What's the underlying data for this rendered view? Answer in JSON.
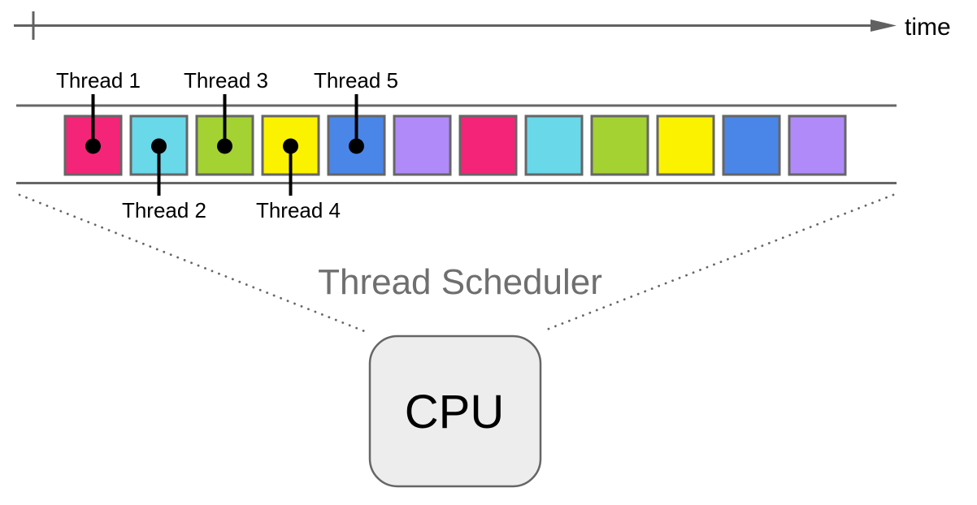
{
  "time_axis": {
    "label": "time"
  },
  "threads": [
    {
      "label": "Thread 1",
      "color": "#F42578"
    },
    {
      "label": "Thread 2",
      "color": "#69D8E9"
    },
    {
      "label": "Thread 3",
      "color": "#A4D233"
    },
    {
      "label": "Thread 4",
      "color": "#FBF200"
    },
    {
      "label": "Thread 5",
      "color": "#4A86E8"
    }
  ],
  "palette": {
    "pink": "#F42578",
    "cyan": "#69D8E9",
    "green": "#A4D233",
    "yellow": "#FBF200",
    "blue": "#4A86E8",
    "purple": "#B08AF8"
  },
  "slots": [
    {
      "color": "#F42578"
    },
    {
      "color": "#69D8E9"
    },
    {
      "color": "#A4D233"
    },
    {
      "color": "#FBF200"
    },
    {
      "color": "#4A86E8"
    },
    {
      "color": "#B08AF8"
    },
    {
      "color": "#F42578"
    },
    {
      "color": "#69D8E9"
    },
    {
      "color": "#A4D233"
    },
    {
      "color": "#FBF200"
    },
    {
      "color": "#4A86E8"
    },
    {
      "color": "#B08AF8"
    }
  ],
  "scheduler": {
    "label": "Thread Scheduler"
  },
  "cpu": {
    "label": "CPU"
  }
}
